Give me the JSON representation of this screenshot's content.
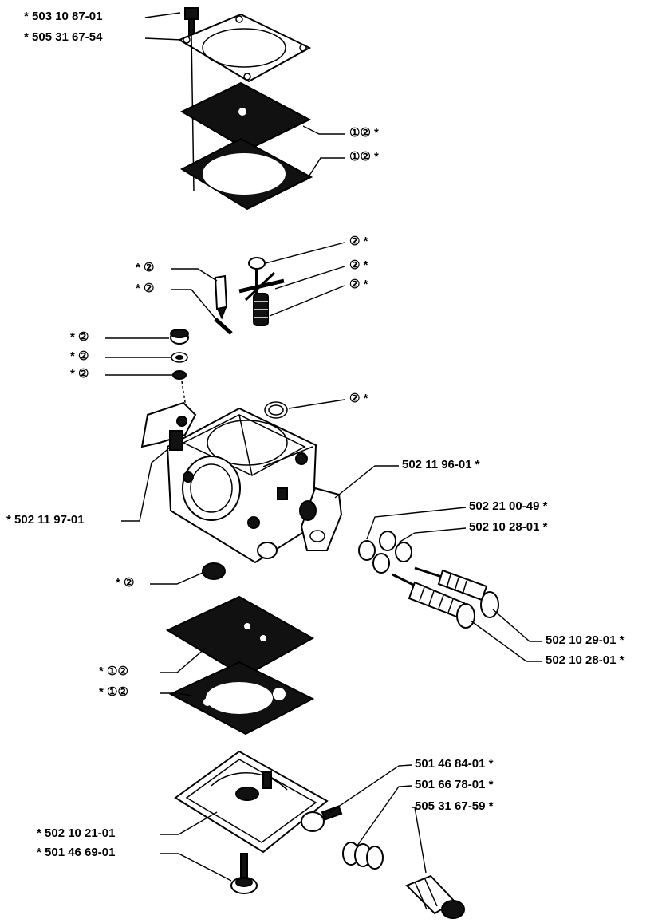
{
  "labels": {
    "l1": "* 503 10 87-01",
    "l2": "* 505 31 67-54",
    "l3": "①② *",
    "l4": "①② *",
    "l5": "② *",
    "l6": "* ②",
    "l7": "② *",
    "l8": "* ②",
    "l9": "② *",
    "l10": "* ②",
    "l11": "* ②",
    "l12": "* ②",
    "l13": "② *",
    "l14": "502 11 96-01  *",
    "l15": "* 502 11 97-01",
    "l16": "502 21 00-49  *",
    "l17": "502 10 28-01  *",
    "l18": "* ②",
    "l19": "502 10 29-01  *",
    "l20": "502 10 28-01  *",
    "l21": "* ①②",
    "l22": "* ①②",
    "l23": "501 46 84-01  *",
    "l24": "501 66 78-01  *",
    "l25": "505 31 67-59  *",
    "l26": "* 502 10 21-01",
    "l27": "* 501 46 69-01"
  }
}
